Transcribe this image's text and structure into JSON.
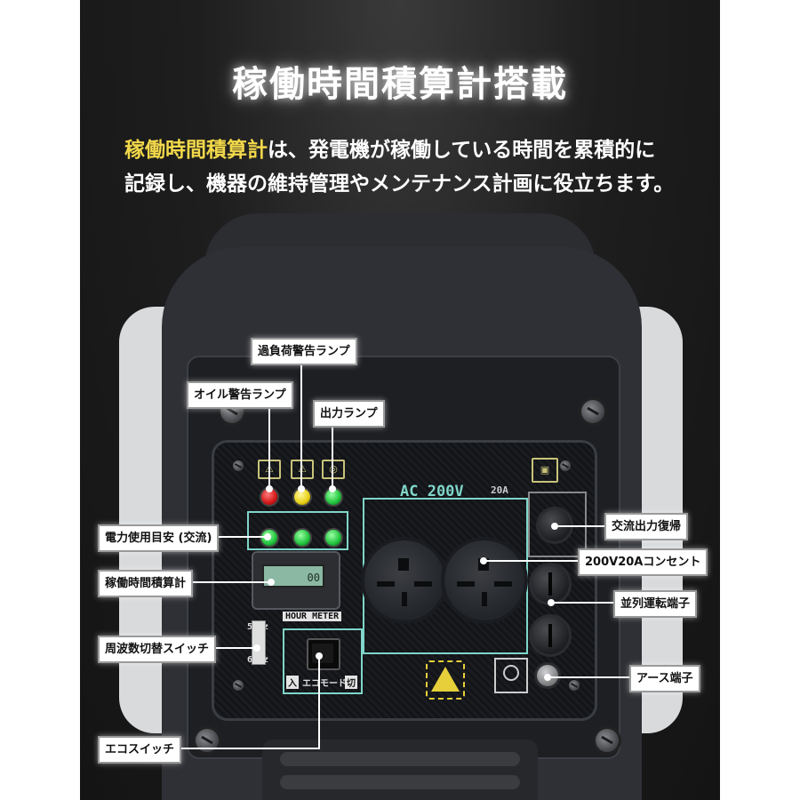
{
  "header": {
    "title": "稼働時間積算計搭載",
    "desc_highlight": "稼働時間積算計",
    "desc_line1_rest": "は、発電機が稼働している時間を累積的に",
    "desc_line2": "記録し、機器の維持管理やメンテナンス計画に役立ちます。"
  },
  "callouts": {
    "overload_lamp": "過負荷警告ランプ",
    "oil_lamp": "オイル警告ランプ",
    "output_lamp": "出力ランプ",
    "power_usage": "電力使用目安 (交流)",
    "hour_meter": "稼働時間積算計",
    "freq_switch": "周波数切替スイッチ",
    "eco_switch": "エコスイッチ",
    "ac_reset": "交流出力復帰",
    "outlet": "200V20Aコンセント",
    "parallel": "並列運転端子",
    "ground": "アース端子"
  },
  "panel": {
    "ac_label": "AC 200V",
    "amps_label": "20A",
    "lcd_value": "00",
    "meter_label": "HOUR METER",
    "hz50": "50Hz",
    "hz60": "60Hz",
    "eco_on": "入",
    "eco_off": "切",
    "eco_label": "エコモード"
  },
  "colors": {
    "highlight": "#f2d84a",
    "panel_accent": "#7fd6c9"
  }
}
